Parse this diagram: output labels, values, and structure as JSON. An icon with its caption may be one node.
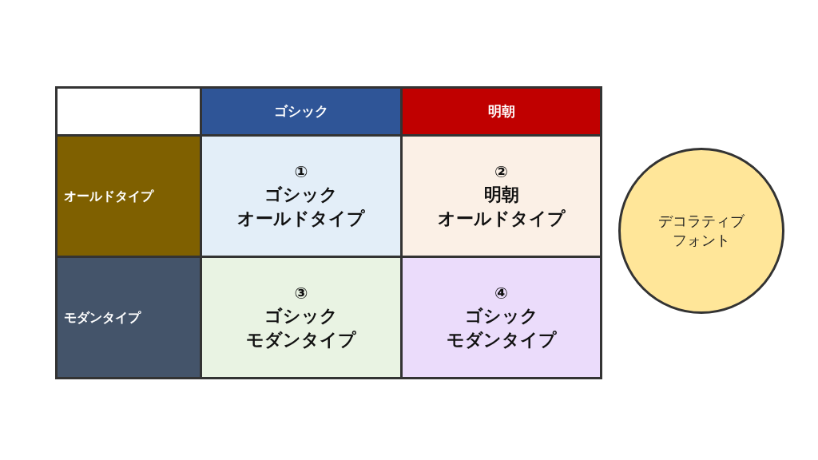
{
  "diagram": {
    "nodes": [
      {
        "text": [],
        "shape": "box"
      },
      {
        "text": [
          "ゴシック"
        ]
      },
      {
        "text": [
          "明朝"
        ]
      },
      {
        "text": [
          "オールドタイプ"
        ]
      },
      {
        "text": [
          "①",
          "ゴシック",
          "オールドタイプ"
        ]
      },
      {
        "text": [
          "②",
          "明朝",
          "オールドタイプ"
        ]
      },
      {
        "text": [
          "モダンタイプ"
        ]
      },
      {
        "text": [
          "③",
          "ゴシック",
          "モダンタイプ"
        ]
      },
      {
        "text": [
          "④",
          "ゴシック",
          "モダンタイプ"
        ]
      },
      {
        "text": [
          "デコラティブ",
          "フォント"
        ]
      }
    ]
  }
}
